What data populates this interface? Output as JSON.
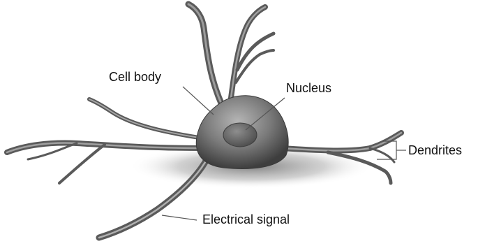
{
  "labels": {
    "cell_body": "Cell body",
    "nucleus": "Nucleus",
    "dendrites": "Dendrites",
    "electrical_signal": "Electrical signal"
  },
  "colors": {
    "background": "#ffffff",
    "label_text": "#111111",
    "leader_line": "#555555",
    "cell_fill_light": "#a8a8a8",
    "cell_fill_dark": "#4a4a4a",
    "nucleus_fill": "#5e5e5e",
    "shadow": "#8a8a8a"
  }
}
